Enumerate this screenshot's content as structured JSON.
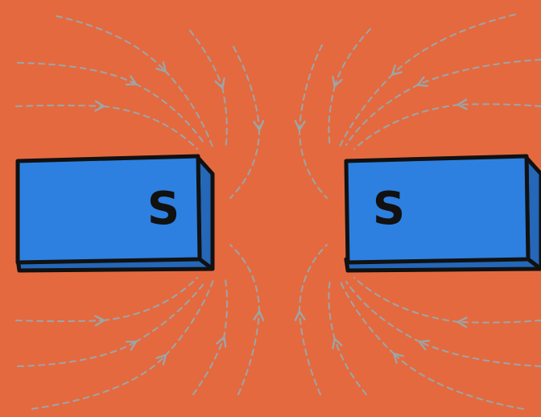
{
  "colors": {
    "background": "#e5693f",
    "magnet_face": "#2d80e0",
    "magnet_side": "#2567b8",
    "outline": "#111111",
    "field_lines": "#9aa6a8"
  },
  "magnets": [
    {
      "label": "S",
      "pole": "south"
    },
    {
      "label": "S",
      "pole": "south"
    }
  ]
}
